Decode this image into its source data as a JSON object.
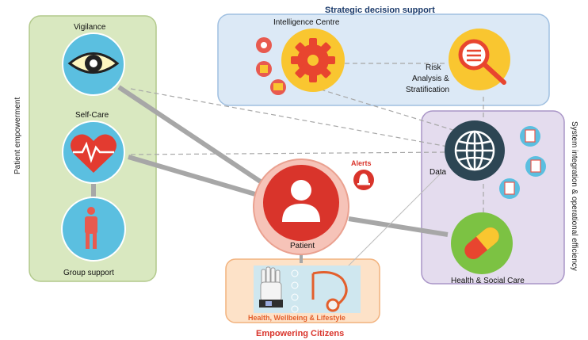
{
  "panels": {
    "patient_empowerment": "Patient empowerment",
    "strategic": "Strategic decision support",
    "system_integration": "System integration & operational efficiency",
    "empowering_citizens": "Empowering Citizens",
    "health_wellbeing": "Health, Wellbeing & Lifestyle"
  },
  "nodes": {
    "vigilance": "Vigilance",
    "self_care": "Self-Care",
    "group_support": "Group support",
    "patient": "Patient",
    "alerts": "Alerts",
    "intelligence_centre": "Intelligence Centre",
    "risk_line1": "Risk",
    "risk_line2": "Analysis &",
    "risk_line3": "Stratification",
    "data": "Data",
    "health_social_care": "Health & Social Care"
  },
  "icons": {
    "vigilance": "eye-icon",
    "self_care": "heart-pulse-icon",
    "group_support": "person-icon",
    "patient": "user-icon",
    "alerts": "bell-icon",
    "intelligence": "gear-icon",
    "risk": "magnifier-icon",
    "data": "globe-icon",
    "health": "pill-icon"
  },
  "colors": {
    "green_panel": "#d9e8c0",
    "blue_panel": "#dce9f6",
    "purple_panel": "#e4dcee",
    "orange_panel": "#fde2c8",
    "node_blue": "#5bbfe0",
    "patient_red": "#d9342b",
    "gear_red": "#e8452f",
    "risk_yellow": "#f9c630",
    "data_dark": "#2d4654",
    "health_green": "#7cc243"
  }
}
